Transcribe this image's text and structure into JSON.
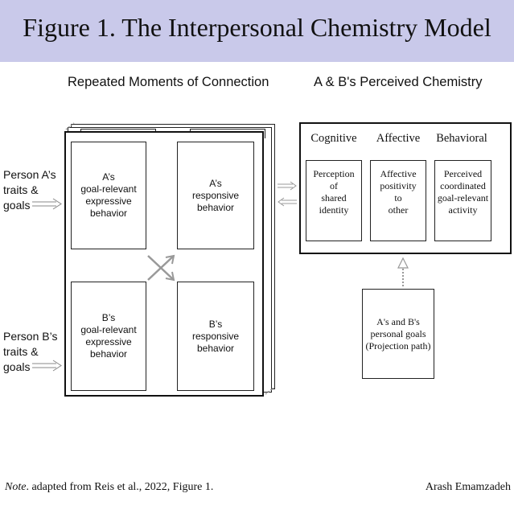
{
  "banner": {
    "title": "Figure 1. The Interpersonal Chemistry Model"
  },
  "left_heading": "Repeated Moments of Connection",
  "right_heading": "A & B's Perceived Chemistry",
  "person_a": [
    "Person A’s",
    "traits &",
    "goals"
  ],
  "person_b": [
    "Person B’s",
    "traits &",
    "goals"
  ],
  "moments": {
    "a_expressive": [
      "A’s",
      "goal-relevant",
      "expressive",
      "behavior"
    ],
    "a_responsive": [
      "A’s",
      "responsive",
      "behavior"
    ],
    "b_expressive": [
      "B’s",
      "goal-relevant",
      "expressive",
      "behavior"
    ],
    "b_responsive": [
      "B’s",
      "responsive",
      "behavior"
    ]
  },
  "chemistry": {
    "columns": [
      {
        "title": "Cognitive",
        "lines": [
          "Perception",
          "of",
          "shared",
          "identity"
        ]
      },
      {
        "title": "Affective",
        "lines": [
          "Affective",
          "positivity",
          "to",
          "other"
        ]
      },
      {
        "title": "Behavioral",
        "lines": [
          "Perceived",
          "coordinated",
          "goal-relevant",
          "activity"
        ]
      }
    ]
  },
  "goals_box": [
    "A's and B's",
    "personal goals",
    "(Projection path)"
  ],
  "footer": {
    "note_label": "Note",
    "note_text": ". adapted from Reis et al., 2022, Figure 1.",
    "author": "Arash Emamzadeh"
  }
}
